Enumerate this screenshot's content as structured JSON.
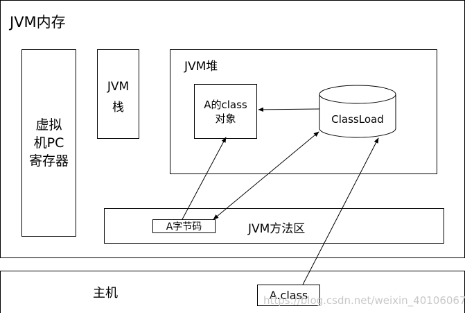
{
  "memory": {
    "title": "JVM内存"
  },
  "pc_register": {
    "line1": "虚拟",
    "line2": "机PC",
    "line3": "寄存器"
  },
  "stack": {
    "line1": "JVM",
    "line2": "栈"
  },
  "heap": {
    "title": "JVM堆",
    "a_object": {
      "line1": "A的class",
      "line2": "对象"
    },
    "classload": "ClassLoad"
  },
  "method_area": {
    "title": "JVM方法区",
    "bytecode": "A字节码"
  },
  "host": {
    "title": "主机",
    "file": "A.class"
  },
  "watermark": "https://blog.csdn.net/weixin_40106067"
}
